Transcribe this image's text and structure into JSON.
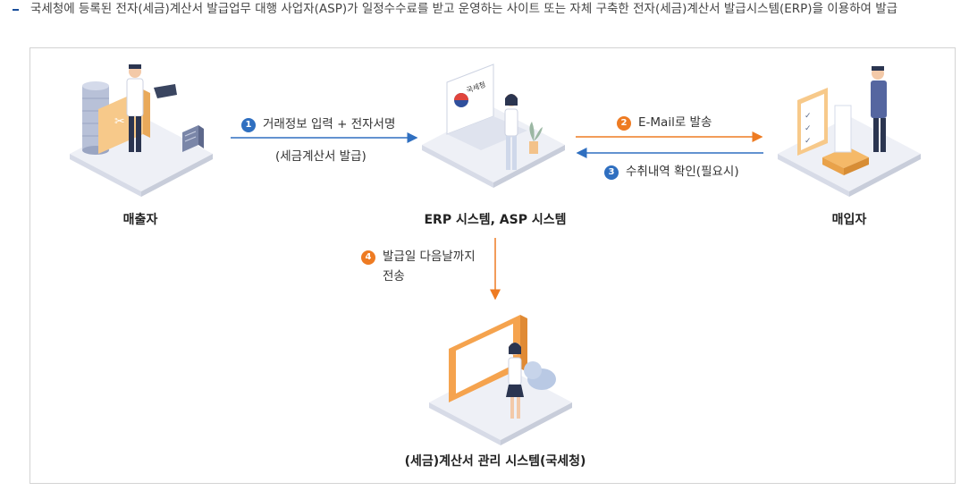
{
  "intro": "국세청에 등록된 전자(세금)계산서 발급업무 대행 사업자(ASP)가 일정수수료를 받고 운영하는 사이트 또는 자체 구축한 전자(세금)계산서 발급시스템(ERP)을 이용하여 발급",
  "nodes": {
    "seller": "매출자",
    "system": "ERP 시스템, ASP 시스템",
    "buyer": "매입자",
    "nts": "(세금)계산서 관리 시스템(국세청)"
  },
  "steps": {
    "s1": {
      "num": "1",
      "text": "거래정보 입력 + 전자서명",
      "sub": "(세금계산서 발급)"
    },
    "s2": {
      "num": "2",
      "text": "E-Mail로 발송"
    },
    "s3": {
      "num": "3",
      "text": "수취내역 확인(필요시)"
    },
    "s4": {
      "num": "4",
      "line1": "발급일 다음날까지",
      "line2": "전송"
    }
  },
  "illustration": {
    "monitor_text": "국세청"
  },
  "colors": {
    "blue": "#2f6fc0",
    "orange": "#ee7b22"
  }
}
